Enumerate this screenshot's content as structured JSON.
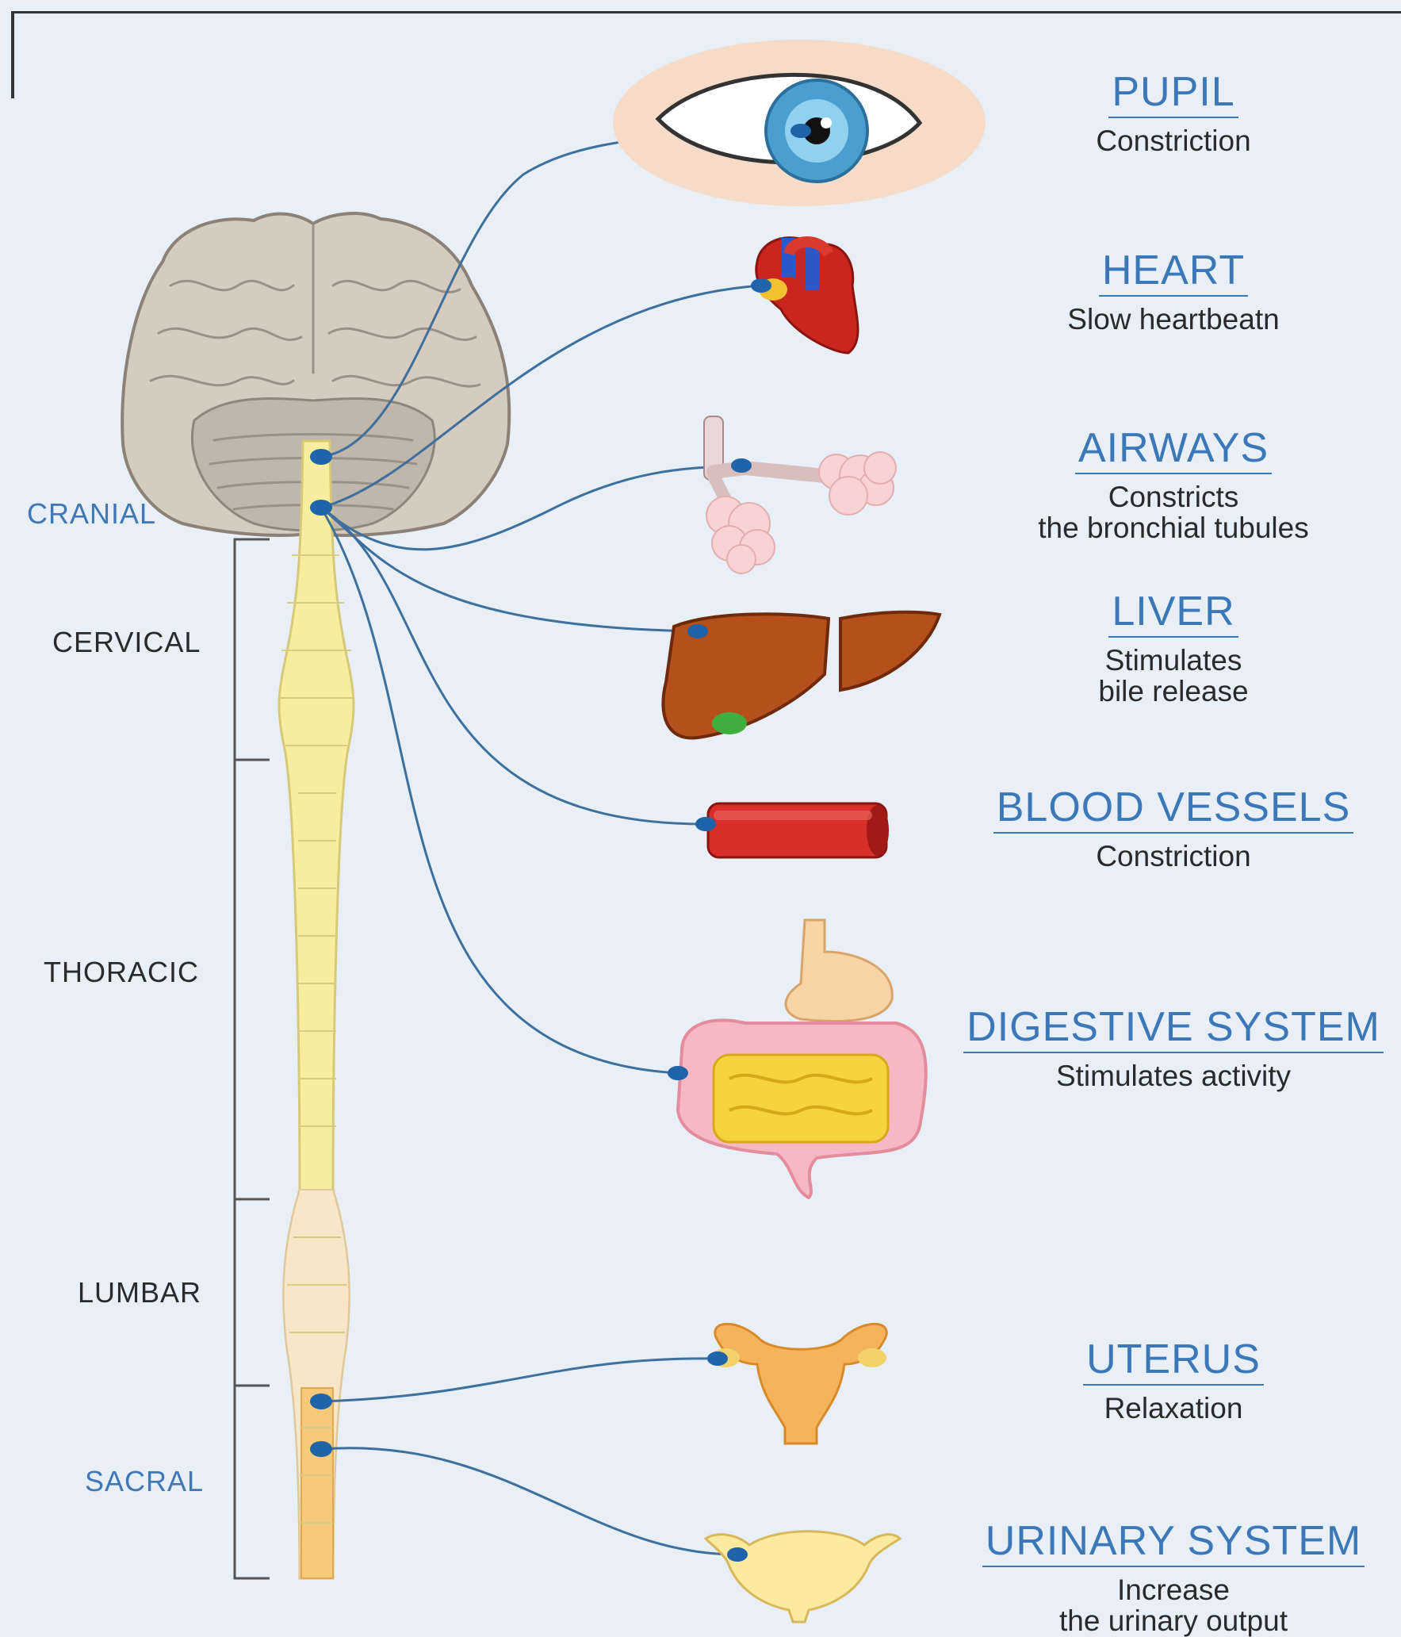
{
  "regions": {
    "cranial": "CRANIAL",
    "cervical": "CERVICAL",
    "thoracic": "THORACIC",
    "lumbar": "LUMBAR",
    "sacral": "SACRAL"
  },
  "organs": [
    {
      "key": "pupil",
      "title": "PUPIL",
      "effect": [
        "Constriction"
      ]
    },
    {
      "key": "heart",
      "title": "HEART",
      "effect": [
        "Slow heartbeatn"
      ]
    },
    {
      "key": "airways",
      "title": "AIRWAYS",
      "effect": [
        "Constricts",
        "the bronchial tubules"
      ]
    },
    {
      "key": "liver",
      "title": "LIVER",
      "effect": [
        "Stimulates",
        "bile release"
      ]
    },
    {
      "key": "blood_vessels",
      "title": "BLOOD VESSELS",
      "effect": [
        "Constriction"
      ]
    },
    {
      "key": "digestive",
      "title": "DIGESTIVE SYSTEM",
      "effect": [
        "Stimulates activity"
      ]
    },
    {
      "key": "uterus",
      "title": "UTERUS",
      "effect": [
        "Relaxation"
      ]
    },
    {
      "key": "urinary",
      "title": "URINARY SYSTEM",
      "effect": [
        "Increase",
        "the urinary output"
      ]
    }
  ],
  "colors": {
    "background": "#e8eff7",
    "label_blue": "#3c78b8",
    "nerve": "#3f6f9c",
    "node": "#1f63a8",
    "spine": "#f6ee9e"
  }
}
